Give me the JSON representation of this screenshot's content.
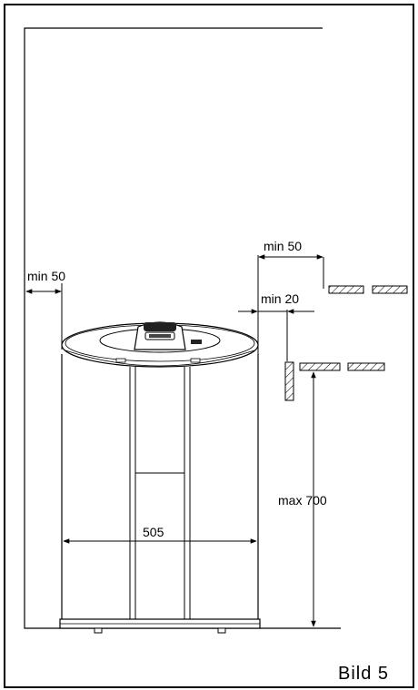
{
  "labels": {
    "min_50_left": "min 50",
    "min_50_right": "min 50",
    "min_20": "min 20",
    "width_505": "505",
    "max_700": "max 700",
    "figure_caption": "Bild  5"
  }
}
